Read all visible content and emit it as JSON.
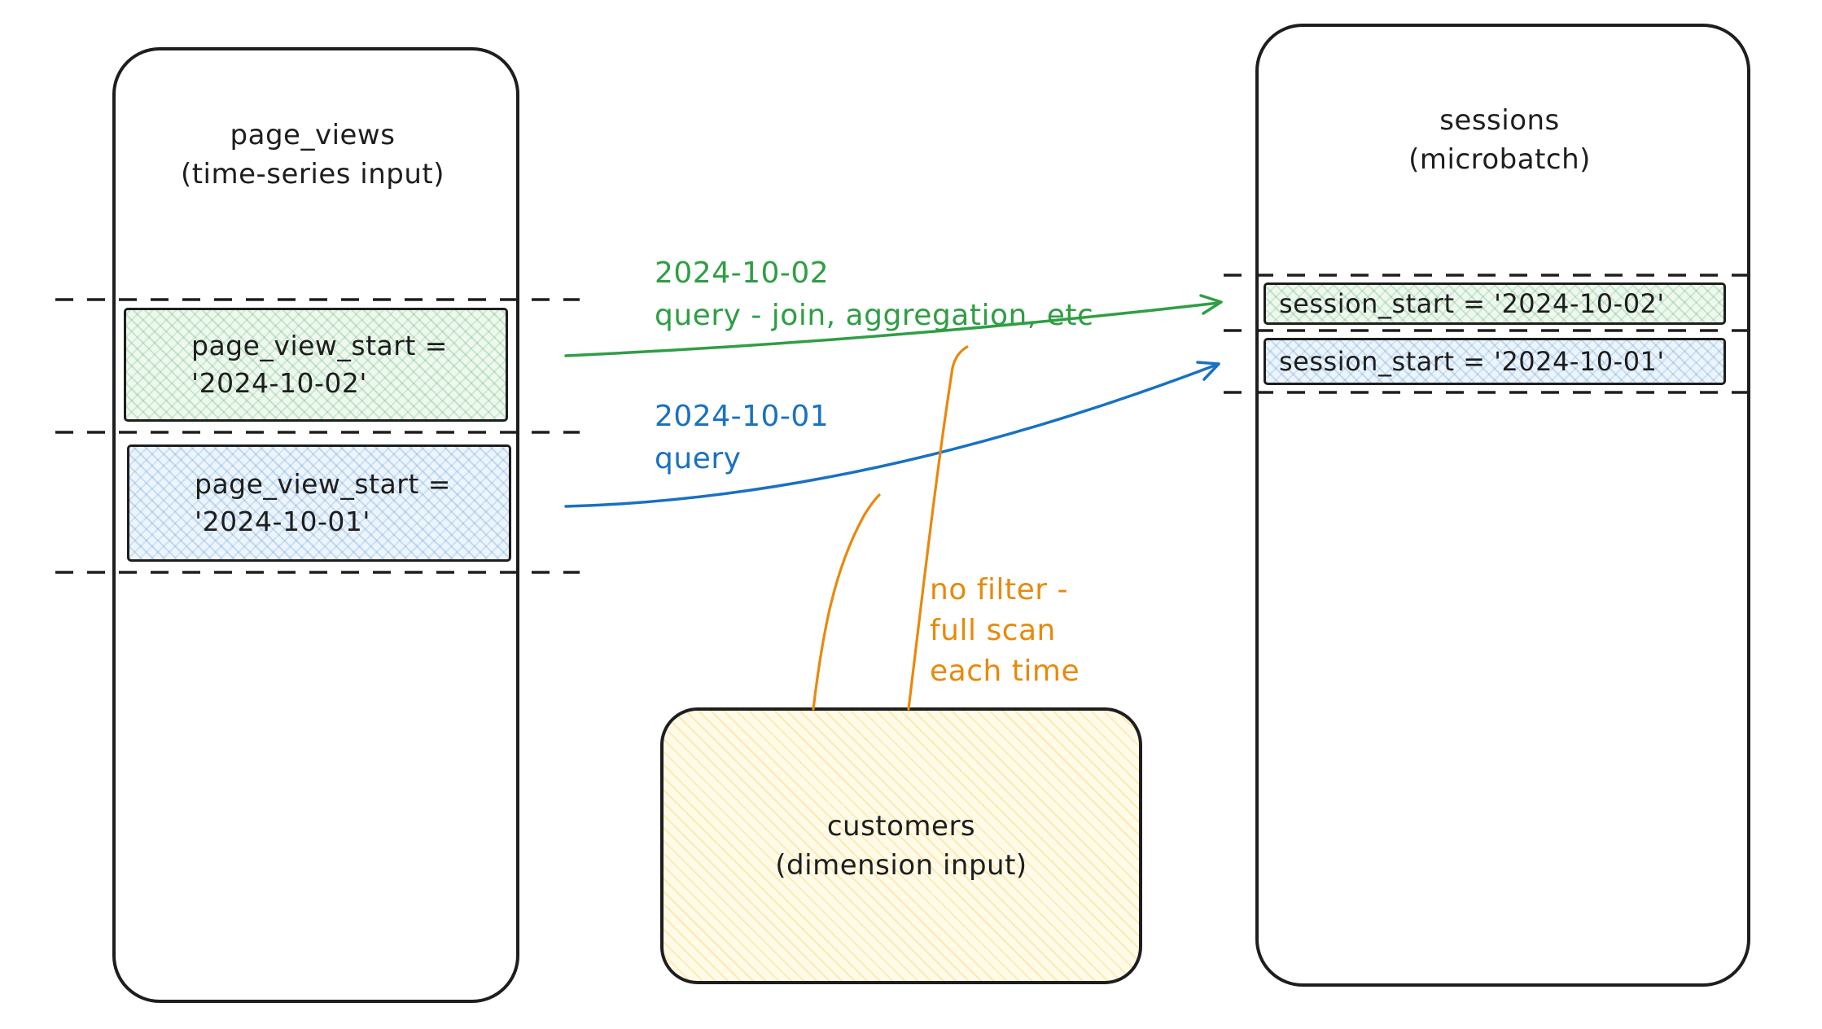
{
  "colors": {
    "black": "#1e1e1e",
    "green": "#2f9e44",
    "blue": "#1971c2",
    "orange": "#e8890c"
  },
  "left_panel": {
    "title": {
      "lines": [
        "page_views",
        "(time-series input)"
      ]
    },
    "row_green": {
      "lines": [
        "page_view_start =",
        "'2024-10-02'"
      ]
    },
    "row_blue": {
      "lines": [
        "page_view_start =",
        "'2024-10-01'"
      ]
    }
  },
  "right_panel": {
    "title": {
      "lines": [
        "sessions",
        "(microbatch)"
      ]
    },
    "row_green": {
      "label": "session_start = '2024-10-02'"
    },
    "row_blue": {
      "label": "session_start = '2024-10-01'"
    }
  },
  "customers_box": {
    "title": {
      "lines": [
        "customers",
        "(dimension input)"
      ]
    }
  },
  "annotations": {
    "green_query": {
      "lines": [
        "2024-10-02",
        "query - join, aggregation, etc"
      ]
    },
    "blue_query": {
      "lines": [
        "2024-10-01",
        "query"
      ]
    },
    "orange_note": {
      "lines": [
        "no filter -",
        "full scan",
        "each time"
      ]
    }
  }
}
